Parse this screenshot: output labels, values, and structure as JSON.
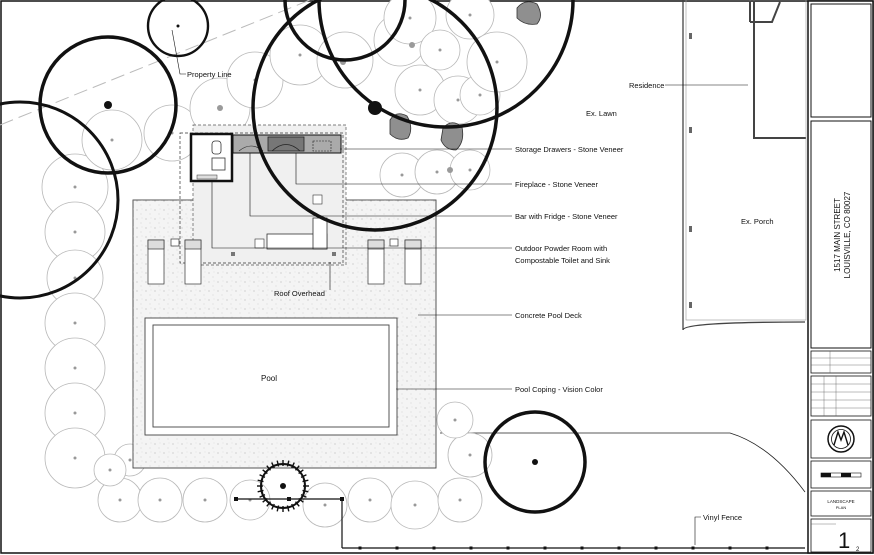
{
  "labels": {
    "property_line": "Property Line",
    "residence": "Residence",
    "ex_lawn": "Ex. Lawn",
    "storage_drawers": "Storage Drawers - Stone Veneer",
    "fireplace": "Fireplace - Stone Veneer",
    "bar_fridge": "Bar with Fridge - Stone Veneer",
    "powder_room_line1": "Outdoor Powder Room with",
    "powder_room_line2": "Compostable Toilet and Sink",
    "roof_overhead": "Roof Overhead",
    "ex_porch": "Ex. Porch",
    "concrete_pool_deck": "Concrete Pool Deck",
    "pool": "Pool",
    "pool_coping": "Pool Coping - Vision Color",
    "vinyl_fence": "Vinyl Fence"
  },
  "title_block": {
    "address_line1": "1517 MAIN STREET",
    "address_line2": "LOUISVILLE, CO 80027",
    "sheet_title_line1": "LANDSCAPE",
    "sheet_title_line2": "PLAN",
    "sheet_number": "1",
    "sheet_count": "2"
  },
  "colors": {
    "ink": "#111111",
    "tree_gray": "#9a9a9a",
    "shrub_line": "#b5b5b5",
    "boulder": "#8a8a8a"
  }
}
